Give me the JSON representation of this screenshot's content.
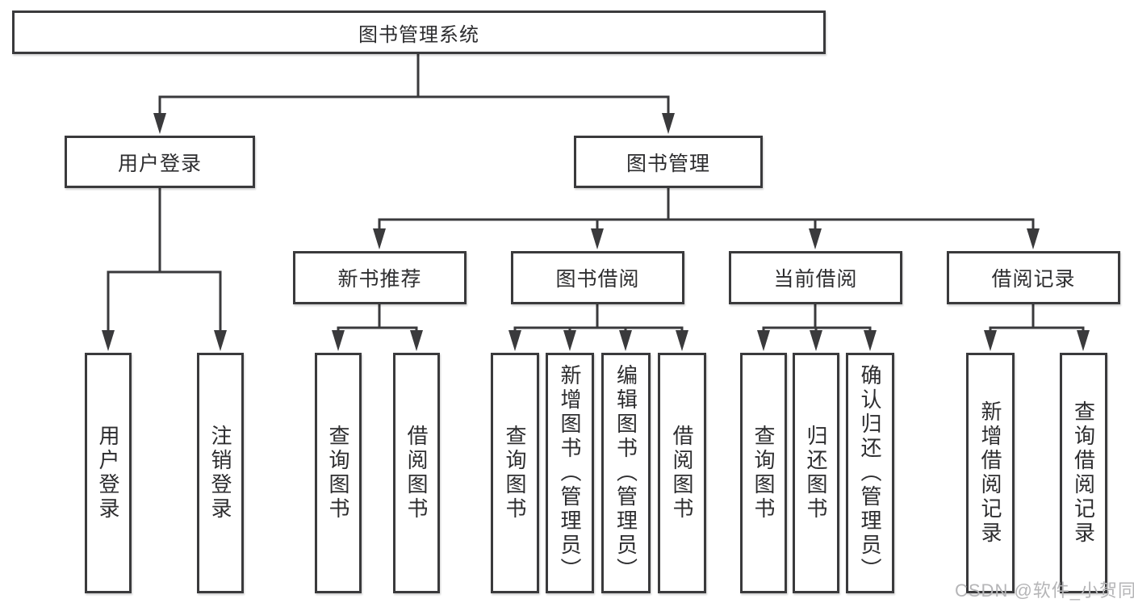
{
  "diagram": {
    "root": {
      "label": "图书管理系统"
    },
    "branches": [
      {
        "label": "用户登录",
        "children": [
          {
            "label": "用户登录"
          },
          {
            "label": "注销登录"
          }
        ]
      },
      {
        "label": "图书管理",
        "sections": [
          {
            "label": "新书推荐",
            "children": [
              {
                "label": "查询图书"
              },
              {
                "label": "借阅图书"
              }
            ]
          },
          {
            "label": "图书借阅",
            "children": [
              {
                "label": "查询图书"
              },
              {
                "label": "新增图书（管理员）"
              },
              {
                "label": "编辑图书（管理员）"
              },
              {
                "label": "借阅图书"
              }
            ]
          },
          {
            "label": "当前借阅",
            "children": [
              {
                "label": "查询图书"
              },
              {
                "label": "归还图书"
              },
              {
                "label": "确认归还（管理员）"
              }
            ]
          },
          {
            "label": "借阅记录",
            "children": [
              {
                "label": "新增借阅记录"
              },
              {
                "label": "查询借阅记录"
              }
            ]
          }
        ]
      }
    ]
  },
  "watermark": {
    "text": "CSDN @软件_小贺同学"
  },
  "colors": {
    "line": "#3a3a3c",
    "text": "#2d2d2f",
    "watermark": "#b5b5b7",
    "bg": "#ffffff"
  }
}
